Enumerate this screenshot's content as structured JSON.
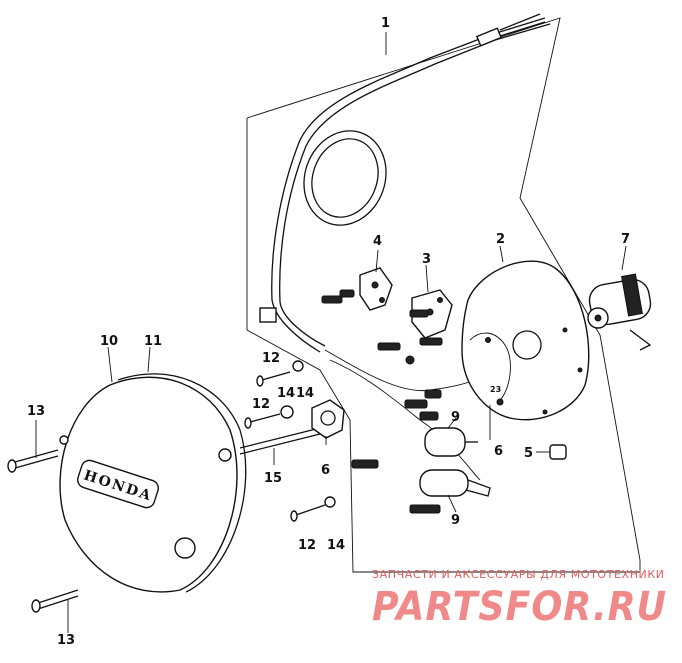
{
  "diagram": {
    "callouts": {
      "p1": "1",
      "p2": "2",
      "p3": "3",
      "p4": "4",
      "p5": "5",
      "p6a": "6",
      "p6b": "6",
      "p7": "7",
      "p9a": "9",
      "p9b": "9",
      "p10": "10",
      "p11": "11",
      "p12a": "12",
      "p12b": "12",
      "p12c": "12",
      "p13a": "13",
      "p13b": "13",
      "p14a": "14",
      "p14b": "14",
      "p14c": "14",
      "p15": "15",
      "p23": "23"
    },
    "cover_brand": "HONDA"
  },
  "watermark": {
    "tagline": "ЗАПЧАСТИ И АКСЕССУАРЫ ДЛЯ МОТОТЕХНИКИ",
    "logo": "PARTSFOR.RU",
    "color": "#e25b5b"
  }
}
